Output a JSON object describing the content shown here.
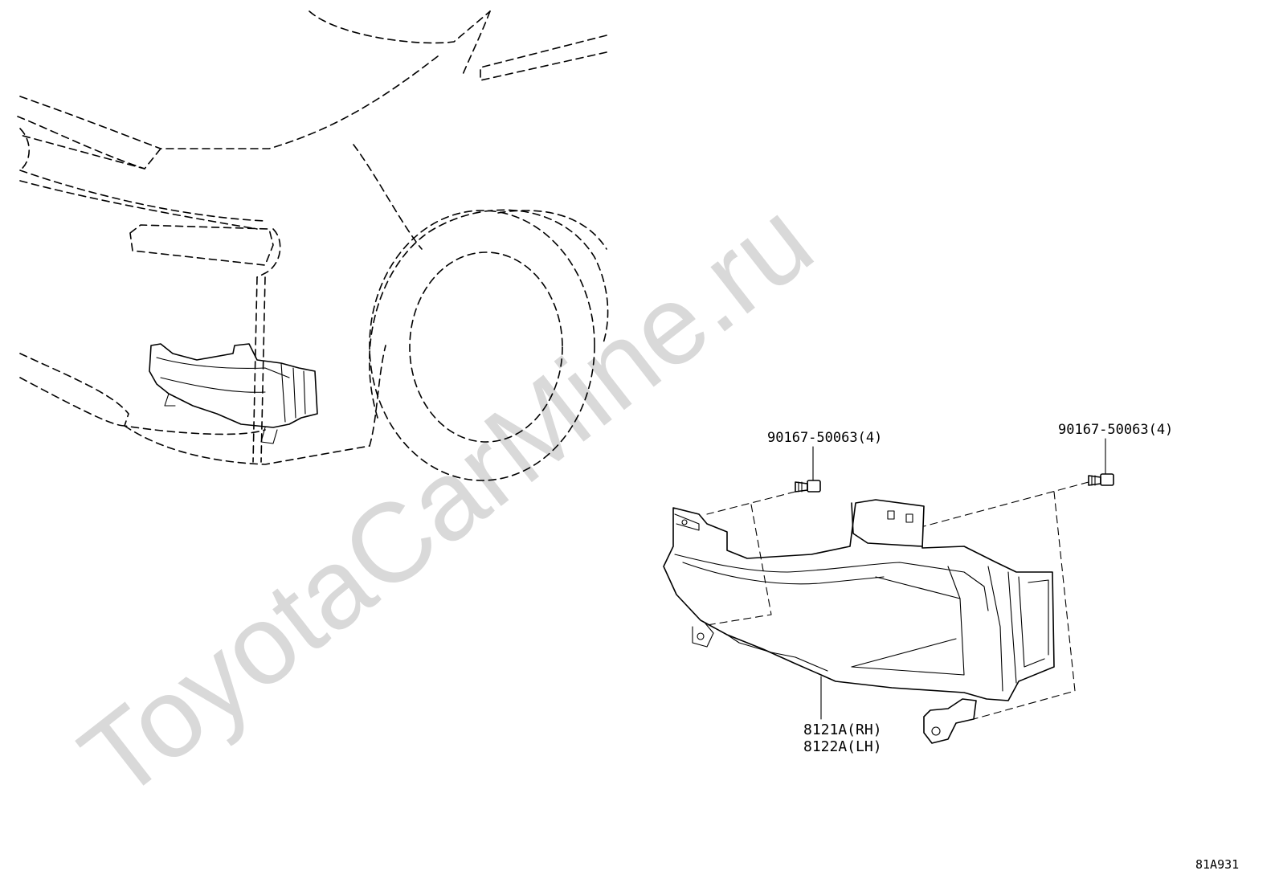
{
  "watermark": "ToyotaCarMine.ru",
  "callouts": {
    "bolt_left": "90167-50063(4)",
    "bolt_right": "90167-50063(4)",
    "fog_lamp_rh": "8121A(RH)",
    "fog_lamp_lh": "8122A(LH)"
  },
  "illustration_id": "81A931"
}
